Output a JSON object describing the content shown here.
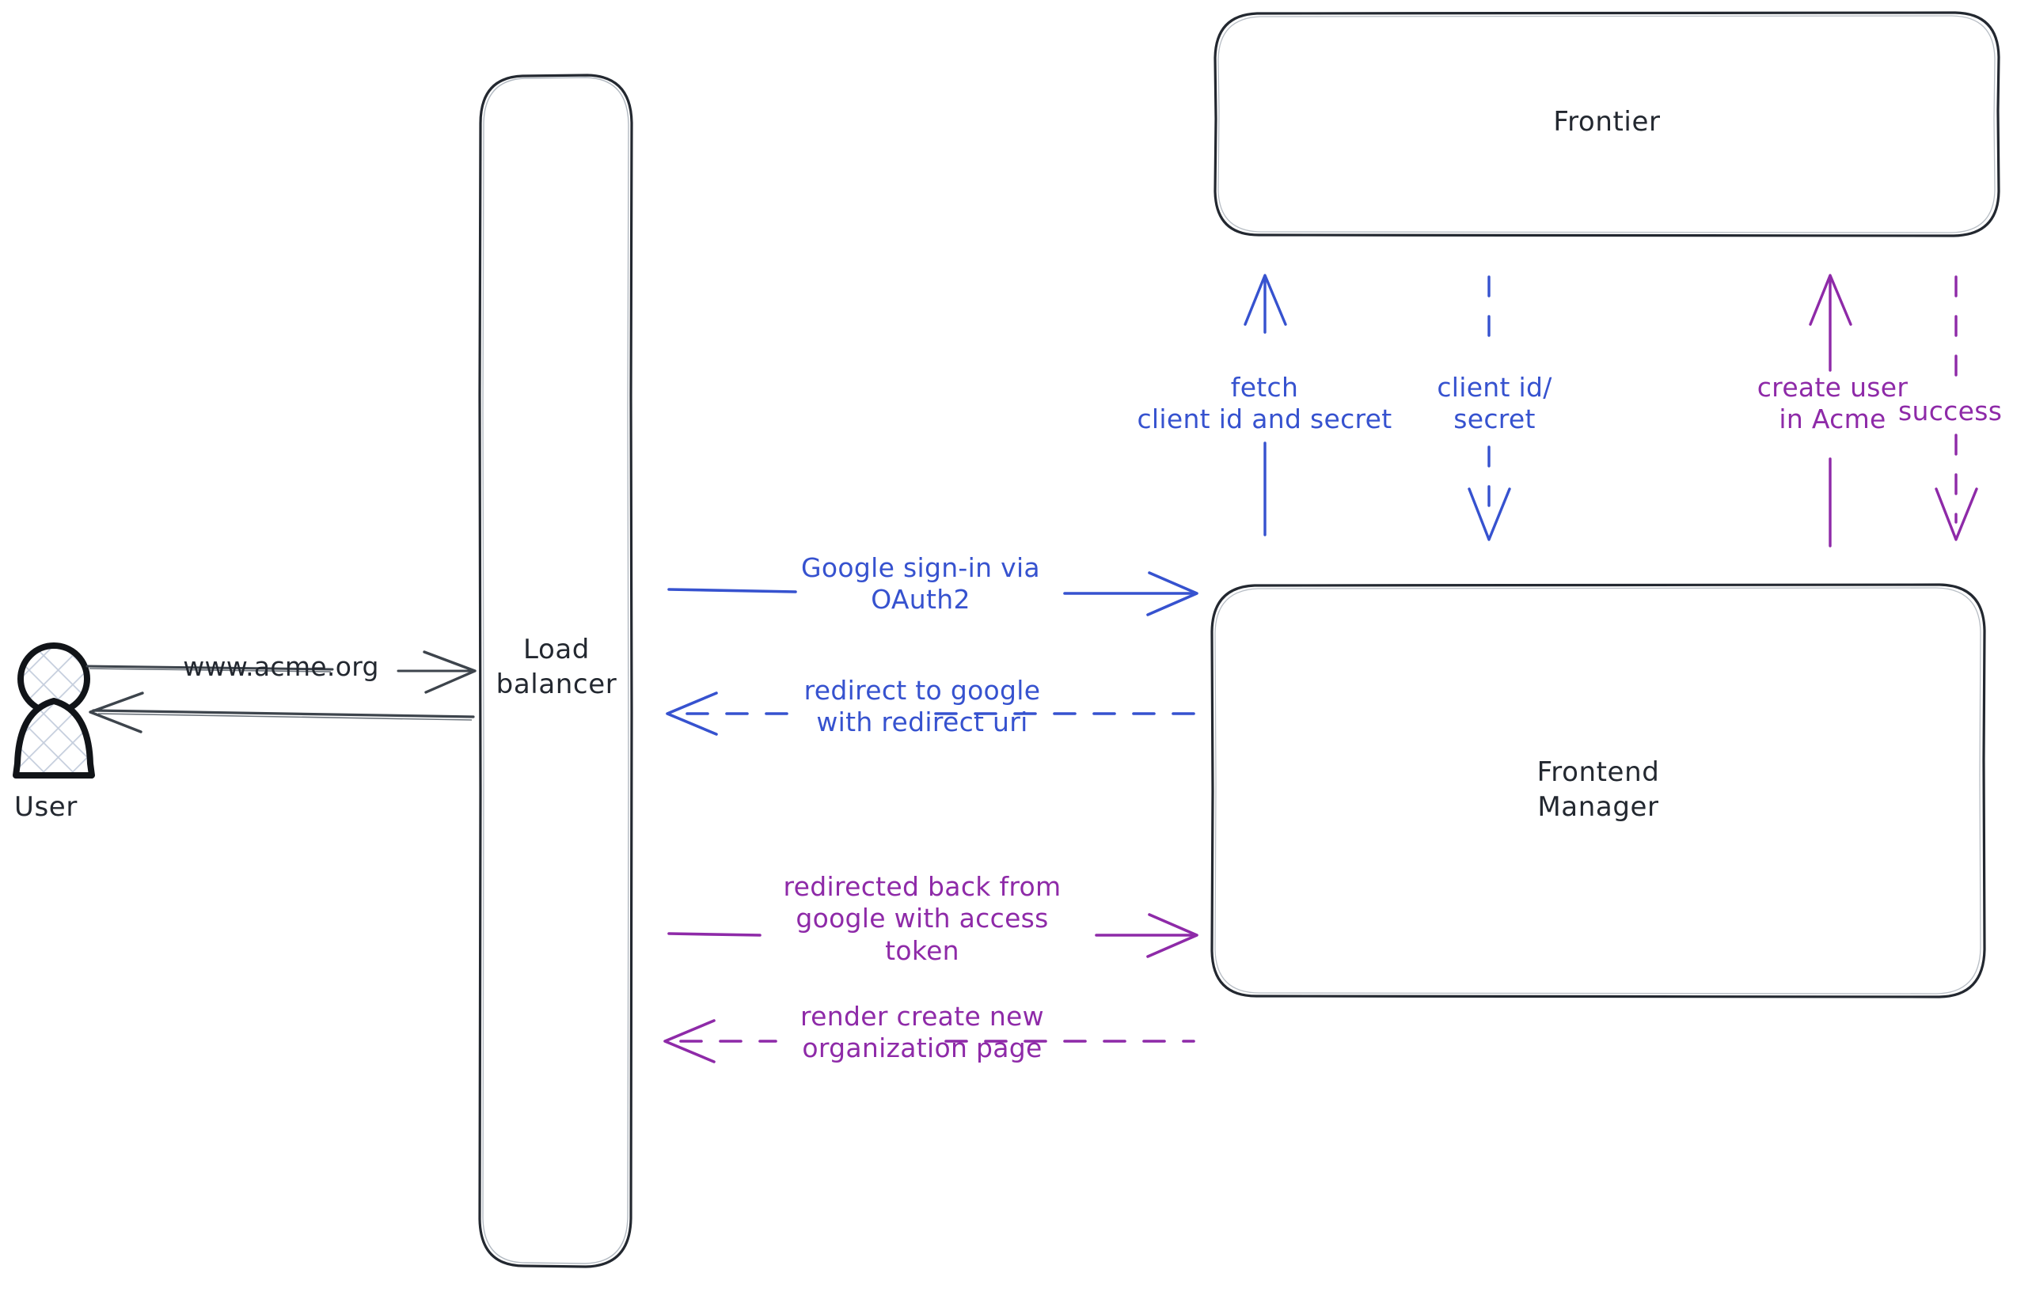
{
  "diagram": {
    "title": "Google OAuth2 sign-in sequence",
    "background": "#ffffff",
    "colors": {
      "stroke": "#232830",
      "blue": "#3652cf",
      "purple": "#8e2aa8",
      "hatch": "#c5cedd"
    }
  },
  "actors": [
    {
      "id": "user",
      "label": "User",
      "icon": "person-icon"
    }
  ],
  "nodes": [
    {
      "id": "load-balancer",
      "label": "Load\nbalancer"
    },
    {
      "id": "frontier",
      "label": "Frontier"
    },
    {
      "id": "frontend-manager",
      "label": "Frontend\nManager"
    }
  ],
  "edges": [
    {
      "id": "user-to-lb",
      "label": "www.acme.org",
      "color": "#232830",
      "style": "solid",
      "direction": "right"
    },
    {
      "id": "lb-to-user",
      "label": "",
      "color": "#232830",
      "style": "solid",
      "direction": "left"
    },
    {
      "id": "lb-to-fm-signin",
      "label": "Google sign-in via\nOAuth2",
      "color": "#3652cf",
      "style": "solid",
      "direction": "right"
    },
    {
      "id": "fm-to-lb-redirect",
      "label": "redirect to google\nwith redirect uri",
      "color": "#3652cf",
      "style": "dashed",
      "direction": "left"
    },
    {
      "id": "lb-to-fm-token",
      "label": "redirected back from\ngoogle with access\ntoken",
      "color": "#8e2aa8",
      "style": "solid",
      "direction": "right"
    },
    {
      "id": "fm-to-lb-render",
      "label": "render create new\norganization page",
      "color": "#8e2aa8",
      "style": "dashed",
      "direction": "left"
    },
    {
      "id": "fm-to-frontier-fetch",
      "label": "fetch\nclient id and secret",
      "color": "#3652cf",
      "style": "solid",
      "direction": "up"
    },
    {
      "id": "frontier-to-fm-creds",
      "label": "client id/\nsecret",
      "color": "#3652cf",
      "style": "dashed",
      "direction": "down"
    },
    {
      "id": "fm-to-frontier-create-user",
      "label": "create user\nin Acme",
      "color": "#8e2aa8",
      "style": "solid",
      "direction": "up"
    },
    {
      "id": "frontier-to-fm-success",
      "label": "success",
      "color": "#8e2aa8",
      "style": "dashed",
      "direction": "down"
    }
  ]
}
